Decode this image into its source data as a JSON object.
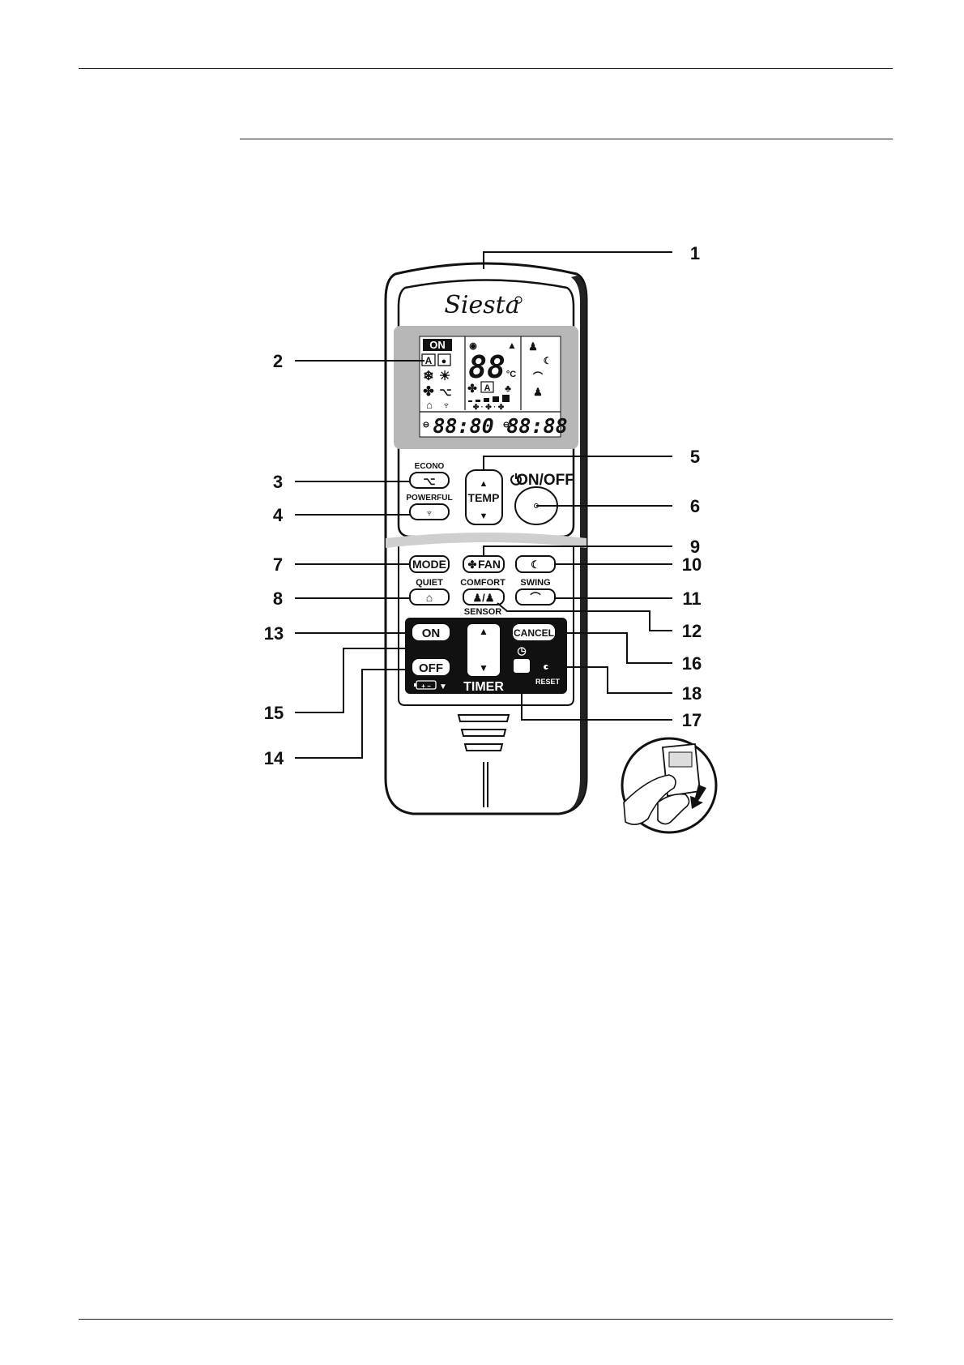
{
  "brand": "Siesta",
  "lcd": {
    "on_indicator": "ON",
    "temperature": "88",
    "unit": "°C",
    "timer_off": "88:80",
    "timer_on": "88:88",
    "auto_mode": "A"
  },
  "buttons": {
    "econo": "ECONO",
    "powerful": "POWERFUL",
    "temp": "TEMP",
    "on_off": "ON/OFF",
    "mode": "MODE",
    "fan": "FAN",
    "quiet": "QUIET",
    "comfort": "COMFORT",
    "sensor": "SENSOR",
    "swing": "SWING",
    "timer_on": "ON",
    "timer_off": "OFF",
    "timer": "TIMER",
    "cancel": "CANCEL",
    "reset": "RESET"
  },
  "callouts": [
    "1",
    "2",
    "3",
    "4",
    "5",
    "6",
    "7",
    "8",
    "9",
    "10",
    "11",
    "12",
    "13",
    "14",
    "15",
    "16",
    "17",
    "18"
  ],
  "icons": [
    "econo-icon",
    "powerful-icon",
    "fan-icon",
    "comfort-airflow-icon",
    "swing-icon",
    "quiet-icon",
    "sensor-icon",
    "clock-icon",
    "power-icon",
    "battery-icon"
  ]
}
